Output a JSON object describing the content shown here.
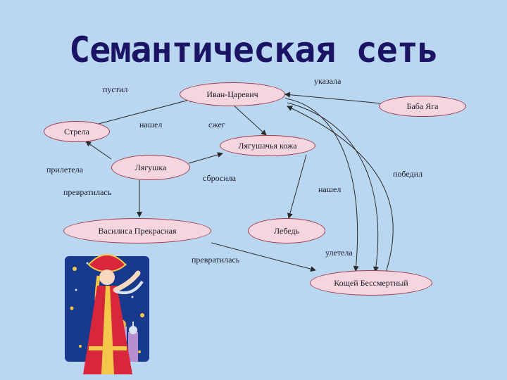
{
  "title": "Семантическая сеть",
  "nodes": {
    "ivan": "Иван-Царевич",
    "baba_yaga": "Баба Яга",
    "strela": "Стрела",
    "lyagushachya_kozha": "Лягушачья кожа",
    "lyagushka": "Лягушка",
    "vasilisa": "Василиса Прекрасная",
    "lebed": "Лебедь",
    "koschei": "Кощей Бессмертный"
  },
  "edge_labels": {
    "pustil": "пустил",
    "ukazala": "указала",
    "nashel_1": "нашел",
    "szheg": "сжег",
    "priletela": "прилетела",
    "sbrosila": "сбросила",
    "pobedil": "победил",
    "nashel_2": "нашел",
    "prevratilas_1": "превратилась",
    "prevratilas_2": "превратилась",
    "uletela": "улетела"
  },
  "colors": {
    "background": "#b9d7f1",
    "title": "#1b1464",
    "node_fill": "#f6d6de",
    "node_border": "#a23a4c",
    "edge": "#2a2a2a"
  }
}
